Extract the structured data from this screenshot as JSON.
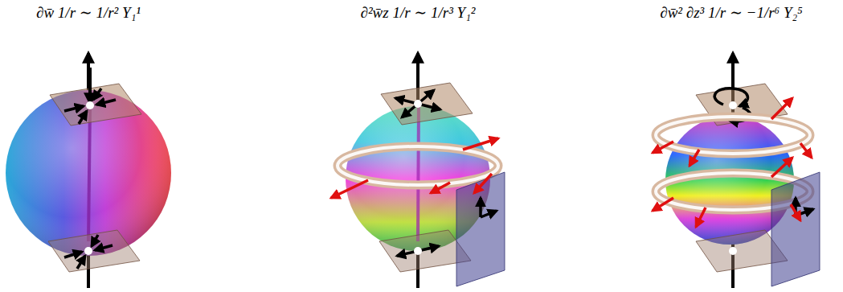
{
  "diagram": {
    "labels": [
      "∂w̄ 1/r ∼ 1/r² Y₁¹",
      "∂²w̄z 1/r ∼ 1/r³ Y₁²",
      "∂w̄² ∂z³ 1/r ∼ −1/r⁶ Y₂⁵"
    ]
  }
}
